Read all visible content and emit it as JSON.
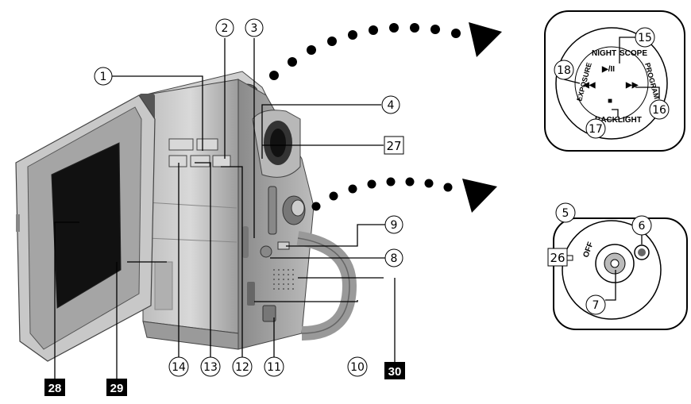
{
  "callouts": {
    "c1": "1",
    "c2": "2",
    "c3": "3",
    "c4": "4",
    "c5": "5",
    "c6": "6",
    "c7": "7",
    "c8": "8",
    "c9": "9",
    "c10": "10",
    "c11": "11",
    "c12": "12",
    "c13": "13",
    "c14": "14",
    "c15": "15",
    "c16": "16",
    "c17": "17",
    "c18": "18"
  },
  "boxed": {
    "b26": "26",
    "b27": "27"
  },
  "black_labels": {
    "b28": "28",
    "b29": "29",
    "b30": "30"
  },
  "control_dial": {
    "top1": "NIGHT",
    "top2": "SCOPE",
    "left": "EXPOSURE",
    "right": "PROGRAM AE",
    "bottom": "BACKLIGHT",
    "play_symbol": "▶/II",
    "rew_symbol": "◀◀",
    "ff_symbol": "▶▶",
    "stop_symbol": "■"
  },
  "power_dial": {
    "off": "OFF"
  },
  "icons": [
    "camcorder-body",
    "lcd-monitor",
    "control-dial-detail",
    "power-switch-detail",
    "dotted-arrow-icon"
  ]
}
